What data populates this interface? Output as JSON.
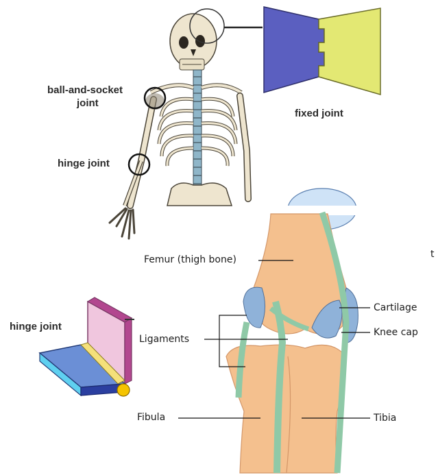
{
  "labels": {
    "ball_socket_line1": "ball-and-socket",
    "ball_socket_line2": "joint",
    "hinge_top": "hinge joint",
    "fixed_joint": "fixed joint",
    "hinge_left": "hinge joint",
    "femur": "Femur (thigh bone)",
    "cartilage": "Cartilage",
    "ligaments": "Ligaments",
    "knee_cap": "Knee cap",
    "fibula": "Fibula",
    "tibia": "Tibia",
    "stray_t": "t"
  },
  "colors": {
    "fixed_left": "#5b5fc0",
    "fixed_right": "#e3e873",
    "bone": "#f4c08e",
    "cartilage": "#8fb2d9",
    "ligament": "#8fc9a7",
    "hinge_pink": "#f0c6de",
    "hinge_purple": "#b2478f",
    "hinge_blue": "#6b8fd6",
    "hinge_cyan": "#5fd0f0",
    "hinge_yellow": "#f5c400"
  }
}
